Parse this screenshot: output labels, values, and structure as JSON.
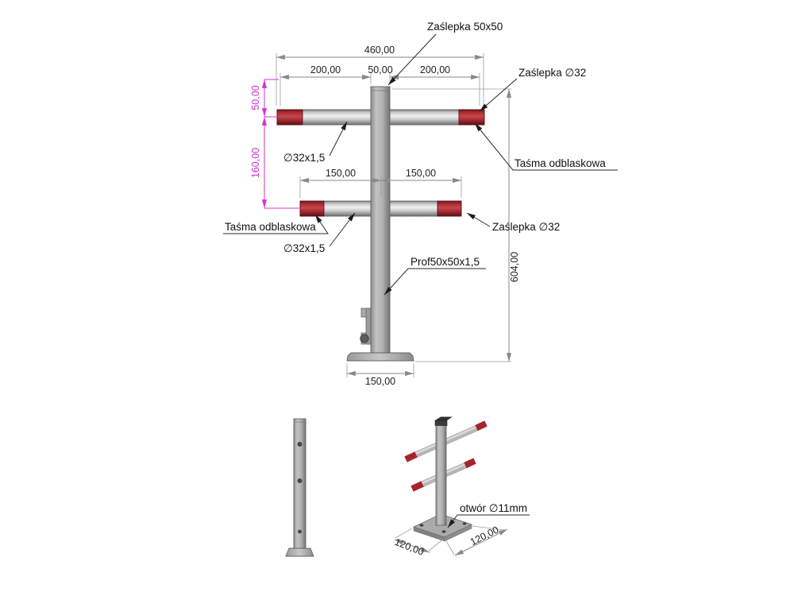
{
  "front_view": {
    "callouts": {
      "cap_square": "Zaślepka 50x50",
      "cap_round_top": "Zaślepka ∅32",
      "tape_top": "Taśma odblaskowa",
      "tube_top": "∅32x1,5",
      "tape_bottom": "Taśma odblaskowa",
      "cap_round_bottom": "Zaślepka ∅32",
      "tube_bottom": "∅32x1,5",
      "post_profile": "Prof50x50x1,5"
    },
    "dims": {
      "overall_width": "460,00",
      "span_left": "200,00",
      "span_center": "50,00",
      "span_right": "200,00",
      "offset_top": "50,00",
      "bar_spacing": "160,00",
      "lower_span_left": "150,00",
      "lower_span_right": "150,00",
      "overall_height": "604,00",
      "base_width": "150,00"
    }
  },
  "iso_view": {
    "hole_callout": "otwór ∅11mm",
    "base_depth": "120,00",
    "base_width": "120,00"
  },
  "colors": {
    "steel": "#b5b5b5",
    "cap_red": "#a6252b",
    "dimension_gray": "#8a8a8a",
    "dimension_magenta": "#d733d7",
    "text": "#1c1c1c"
  }
}
